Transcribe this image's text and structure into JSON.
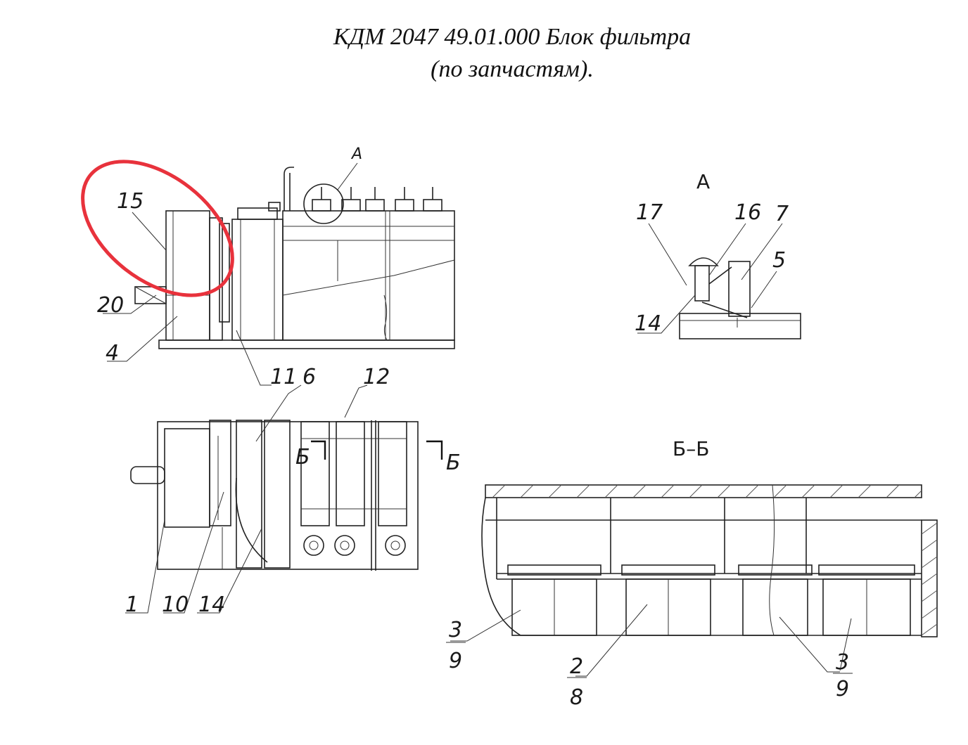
{
  "title": {
    "line1": "КДМ 2047 49.01.000 Блок фильтра",
    "line2": "(по запчастям)."
  },
  "views": {
    "detail_a": "А",
    "section_bb": "Б–Б",
    "detail_a_marker": "А",
    "section_mark_left": "Б",
    "section_mark_right": "Б"
  },
  "callouts": {
    "c1": "1",
    "c2": "2",
    "c3a": "3",
    "c3b": "3",
    "c4": "4",
    "c5": "5",
    "c6": "6",
    "c7": "7",
    "c8": "8",
    "c9a": "9",
    "c9b": "9",
    "c10": "10",
    "c11": "11",
    "c12": "12",
    "c14a": "14",
    "c14b": "14",
    "c15": "15",
    "c16": "16",
    "c17": "17",
    "c20": "20"
  },
  "highlight": {
    "color": "#e8323c"
  }
}
